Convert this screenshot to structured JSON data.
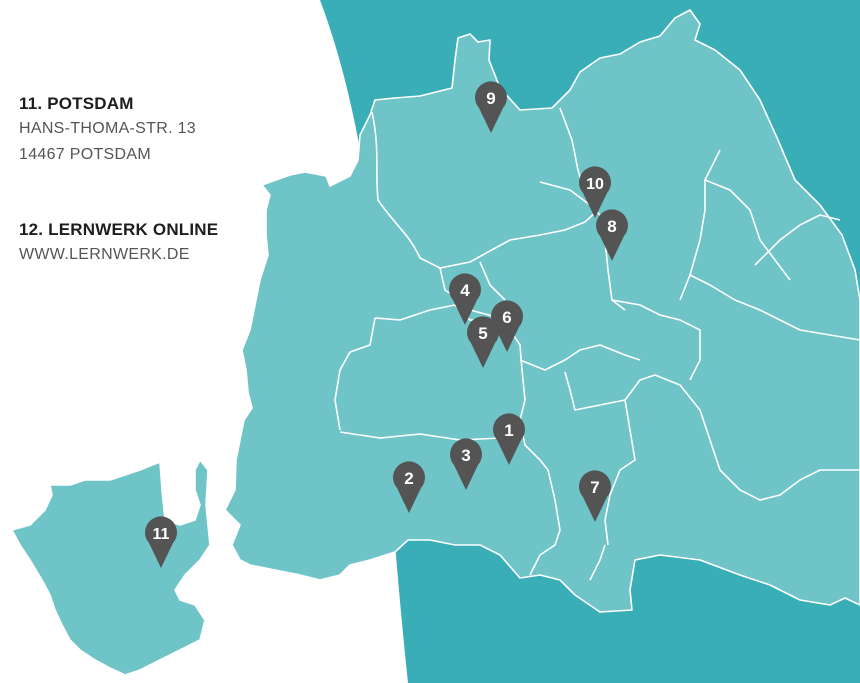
{
  "colors": {
    "sea": "#3aaeb7",
    "land": "#6fc4c8",
    "border": "#ffffff",
    "pin": "#545454",
    "pin_label": "#ffffff"
  },
  "locations": [
    {
      "name": "11. POTSDAM",
      "lines": [
        "HANS-THOMA-STR. 13",
        "14467 POTSDAM"
      ]
    },
    {
      "name": "12. LERNWERK ONLINE",
      "lines": [
        "WWW.LERNWERK.DE"
      ]
    }
  ],
  "map_markers": [
    {
      "label": "1",
      "icon": "location-pin-icon"
    },
    {
      "label": "2",
      "icon": "location-pin-icon"
    },
    {
      "label": "3",
      "icon": "location-pin-icon"
    },
    {
      "label": "4",
      "icon": "location-pin-icon"
    },
    {
      "label": "5",
      "icon": "location-pin-icon"
    },
    {
      "label": "6",
      "icon": "location-pin-icon"
    },
    {
      "label": "7",
      "icon": "location-pin-icon"
    },
    {
      "label": "8",
      "icon": "location-pin-icon"
    },
    {
      "label": "9",
      "icon": "location-pin-icon"
    },
    {
      "label": "10",
      "icon": "location-pin-icon"
    },
    {
      "label": "11",
      "icon": "location-pin-icon"
    }
  ]
}
